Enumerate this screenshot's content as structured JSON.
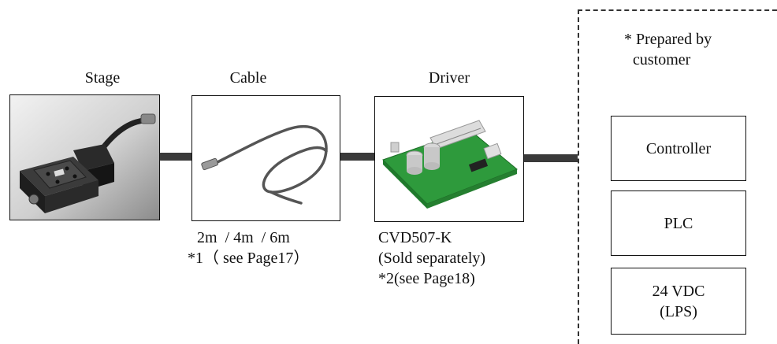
{
  "stage": {
    "title": "Stage"
  },
  "cable": {
    "title": "Cable",
    "note_line1": "2m  / 4m  / 6m",
    "note_line2": "*1（ see Page17）"
  },
  "driver": {
    "title": "Driver",
    "note_line1": "CVD507-K",
    "note_line2": "(Sold separately)",
    "note_line3": "*2(see Page18)"
  },
  "customer": {
    "header_line1": "* Prepared by",
    "header_line2": "customer",
    "items": [
      {
        "label_line1": "Controller",
        "label_line2": ""
      },
      {
        "label_line1": "PLC",
        "label_line2": ""
      },
      {
        "label_line1": "24 VDC",
        "label_line2": "(LPS)"
      }
    ]
  },
  "colors": {
    "pcb_green": "#2e9a3c",
    "connector": "#3a3a3a",
    "stage_bg": "#c9c9c9"
  }
}
